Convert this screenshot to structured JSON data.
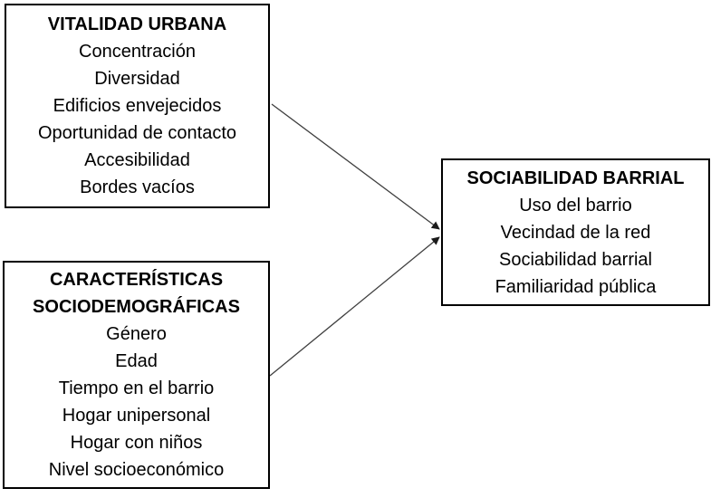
{
  "diagram": {
    "background_color": "#ffffff",
    "border_color": "#000000",
    "text_color": "#000000",
    "arrow_line_color": "#3f3f3f",
    "arrow_head_color": "#1a1a1a",
    "boxes": [
      {
        "id": "vitalidad-urbana",
        "title": "VITALIDAD URBANA",
        "items": [
          "Concentración",
          "Diversidad",
          "Edificios envejecidos",
          "Oportunidad de contacto",
          "Accesibilidad",
          "Bordes vacíos"
        ]
      },
      {
        "id": "caracteristicas-sociodemograficas",
        "title": "CARACTERÍSTICAS SOCIODEMOGRÁFICAS",
        "items": [
          "Género",
          "Edad",
          "Tiempo en el barrio",
          "Hogar unipersonal",
          "Hogar con niños",
          "Nivel socioeconómico"
        ]
      },
      {
        "id": "sociabilidad-barrial",
        "title": "SOCIABILIDAD BARRIAL",
        "items": [
          "Uso del barrio",
          "Vecindad de la red",
          "Sociabilidad barrial",
          "Familiaridad pública"
        ]
      }
    ],
    "arrows": [
      {
        "from": "vitalidad-urbana",
        "to": "sociabilidad-barrial"
      },
      {
        "from": "caracteristicas-sociodemograficas",
        "to": "sociabilidad-barrial"
      }
    ]
  }
}
